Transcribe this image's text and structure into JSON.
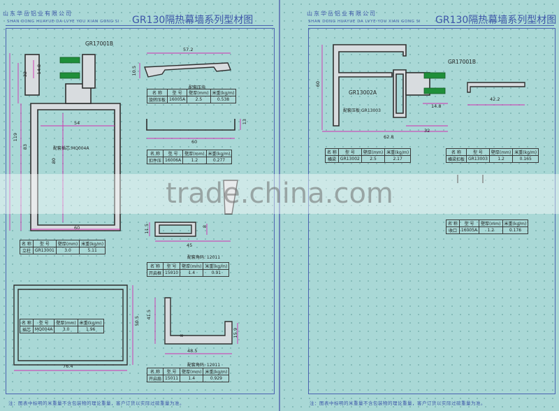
{
  "company": {
    "cn": "山东华岳铝业有限公司",
    "en": "SHAN DONG HUAYUE DA LVYE YOU XIAN GONG SI"
  },
  "page_title": "GR130隔热幕墙系列型材图",
  "footer_note": "注：图表中标明的米重量不含包装物的理论重量，客户订货以实际过磅重量为准。",
  "watermark": "trade.china.com",
  "spec_headers": {
    "name": "名 称",
    "code": "型 号",
    "thickness": "壁厚(mm)",
    "weight": "米重(kg/m)"
  },
  "left": {
    "part_code": "GR17001B",
    "mullion_label": "配套插芯:MQ004A",
    "note_12011a": "配套角码: 12011",
    "note_12011b": "配套角码: 12011",
    "pressure_cover_note": "配套压块",
    "dims": {
      "d57_2": "57.2",
      "d10_5": "10.5",
      "d60a": "60",
      "d13": "13",
      "d32": "32",
      "d14_8": "14.8",
      "d119": "119",
      "d83": "83",
      "d54": "54",
      "d80": "80",
      "d60b": "60",
      "d11_5": "11.5",
      "d8a": "8",
      "d45": "45",
      "d41_5": "41.5",
      "d8b": "8",
      "d15_9": "15.9",
      "d48_5": "48.5",
      "d76_4": "76.4",
      "d50_5": "50.5"
    },
    "tables": {
      "t1": {
        "name": "旋转压板",
        "code": "16005A",
        "thickness": "2.5",
        "weight": "0.538"
      },
      "t2": {
        "name": "扣件压",
        "code": "16006A",
        "thickness": "1.2",
        "weight": "0.277"
      },
      "t3": {
        "name": "立柱",
        "code": "GR13001",
        "thickness": "3.0",
        "weight": "5.11"
      },
      "t4": {
        "name": "开启框",
        "code": "15010",
        "thickness": "1.4",
        "weight": "0.91"
      },
      "t5": {
        "name": "插芯",
        "code": "MQ004A",
        "thickness": "3.0",
        "weight": "1.96"
      },
      "t6": {
        "name": "开启扇",
        "code": "15011",
        "thickness": "1.4",
        "weight": "0.929"
      }
    }
  },
  "right": {
    "part_code_a": "GR17001B",
    "part_code_b": "GR13002A",
    "note_pressure": "配套压板:GR13003",
    "dims": {
      "d60": "60",
      "d14_8": "14.8",
      "d32": "32",
      "d62_8": "62.8",
      "d42_2": "42.2"
    },
    "tables": {
      "t1": {
        "name": "横梁",
        "code": "GR13002",
        "thickness": "2.5",
        "weight": "2.17"
      },
      "t2": {
        "name": "横梁扣板",
        "code": "GR13003",
        "thickness": "1.2",
        "weight": "0.165"
      },
      "t3": {
        "name": "收口",
        "code": "16005A",
        "thickness": "1.2",
        "weight": "0.176"
      }
    }
  },
  "colors": {
    "background": "#a9d8d6",
    "profile_fill": "#d8dcdf",
    "profile_stroke": "#2f2f2f",
    "dim_magenta": "#d12fb0",
    "break_green": "#1f8f3a",
    "frame_blue": "#4a62b0",
    "title_blue": "#3d56a8"
  }
}
